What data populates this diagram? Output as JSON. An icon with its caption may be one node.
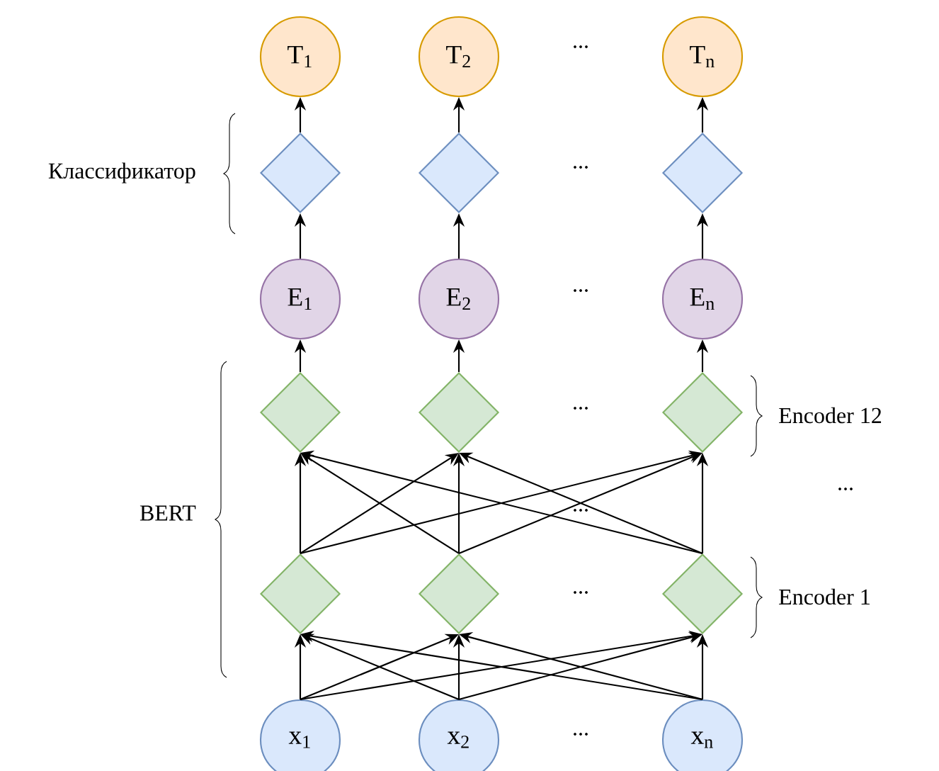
{
  "diagram": {
    "nodes": [
      {
        "text": [
          "T$_{1}$"
        ]
      },
      {
        "text": [
          "T$_{2}$"
        ]
      },
      {
        "text": [
          "T$_{n}$"
        ]
      },
      {
        "text": [],
        "shape": "diamond"
      },
      {
        "text": [],
        "shape": "diamond"
      },
      {
        "text": [],
        "shape": "diamond"
      },
      {
        "text": [
          "E$_{1}$"
        ]
      },
      {
        "text": [
          "E$_{2}$"
        ]
      },
      {
        "text": [
          "E$_{n}$"
        ]
      },
      {
        "text": [],
        "shape": "diamond"
      },
      {
        "text": [],
        "shape": "diamond"
      },
      {
        "text": [],
        "shape": "diamond"
      },
      {
        "text": [],
        "shape": "diamond"
      },
      {
        "text": [],
        "shape": "diamond"
      },
      {
        "text": [],
        "shape": "diamond"
      },
      {
        "text": [
          "x$_{1}$"
        ]
      },
      {
        "text": [
          "x$_{2}$"
        ]
      },
      {
        "text": [
          "x$_{n}$"
        ]
      }
    ],
    "edges": [
      {
        "from": 3,
        "to": 0,
        "arrow": "to"
      },
      {
        "from": 4,
        "to": 1,
        "arrow": "to"
      },
      {
        "from": 5,
        "to": 2,
        "arrow": "to"
      },
      {
        "from": 6,
        "to": 3,
        "arrow": "to"
      },
      {
        "from": 7,
        "to": 4,
        "arrow": "to"
      },
      {
        "from": 8,
        "to": 5,
        "arrow": "to"
      },
      {
        "from": 9,
        "to": 6,
        "arrow": "to"
      },
      {
        "from": 10,
        "to": 7,
        "arrow": "to"
      },
      {
        "from": 11,
        "to": 8,
        "arrow": "to"
      },
      {
        "from": 12,
        "to": 9,
        "arrow": "to"
      },
      {
        "from": 12,
        "to": 10,
        "arrow": "to"
      },
      {
        "from": 12,
        "to": 11,
        "arrow": "to"
      },
      {
        "from": 13,
        "to": 9,
        "arrow": "to"
      },
      {
        "from": 13,
        "to": 10,
        "arrow": "to"
      },
      {
        "from": 13,
        "to": 11,
        "arrow": "to"
      },
      {
        "from": 14,
        "to": 9,
        "arrow": "to"
      },
      {
        "from": 14,
        "to": 10,
        "arrow": "to"
      },
      {
        "from": 14,
        "to": 11,
        "arrow": "to"
      },
      {
        "from": 15,
        "to": 12,
        "arrow": "to"
      },
      {
        "from": 15,
        "to": 13,
        "arrow": "to"
      },
      {
        "from": 15,
        "to": 14,
        "arrow": "to"
      },
      {
        "from": 16,
        "to": 12,
        "arrow": "to"
      },
      {
        "from": 16,
        "to": 13,
        "arrow": "to"
      },
      {
        "from": 16,
        "to": 14,
        "arrow": "to"
      },
      {
        "from": 17,
        "to": 12,
        "arrow": "to"
      },
      {
        "from": 17,
        "to": 13,
        "arrow": "to"
      },
      {
        "from": 17,
        "to": 14,
        "arrow": "to"
      }
    ],
    "labels": [
      "...",
      "Классификатор",
      "...",
      "...",
      "...",
      "Encoder 12",
      "...",
      "BERT",
      "...",
      "...",
      "Encoder 1",
      "..."
    ]
  }
}
